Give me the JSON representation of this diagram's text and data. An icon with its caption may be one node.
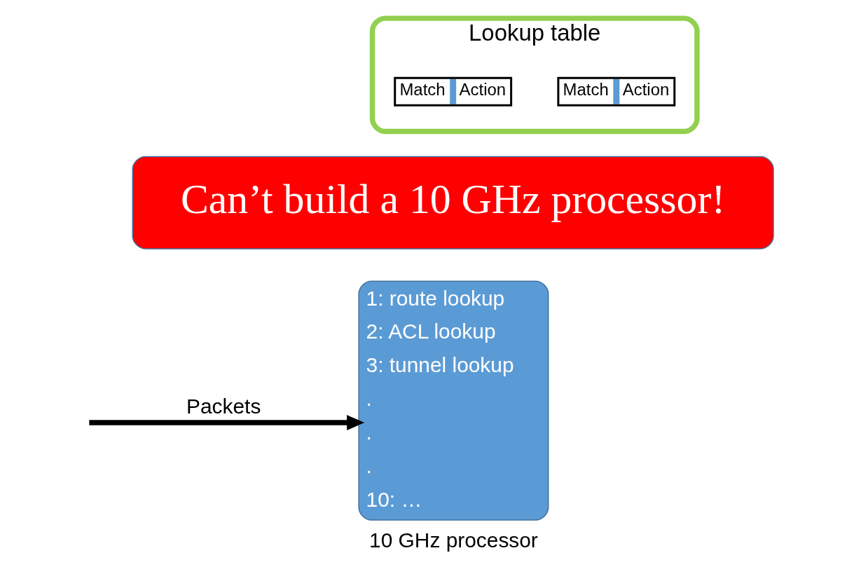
{
  "diagram": {
    "nodes": [
      {
        "text": [
          "Lookup table"
        ]
      },
      {
        "text": [
          "Match",
          "Action"
        ],
        "in": 0
      },
      {
        "text": [
          "Match",
          "Action"
        ],
        "in": 0
      },
      {
        "text": [
          "Can’t build a 10 GHz processor!"
        ]
      },
      {
        "text": [
          "1: route lookup",
          "2: ACL lookup",
          "3: tunnel lookup",
          ".",
          ".",
          ".",
          "10: …",
          "10 GHz processor"
        ]
      }
    ],
    "edges": [
      {
        "from": null,
        "to": 4,
        "arrow": "to",
        "label": "Packets"
      }
    ]
  }
}
